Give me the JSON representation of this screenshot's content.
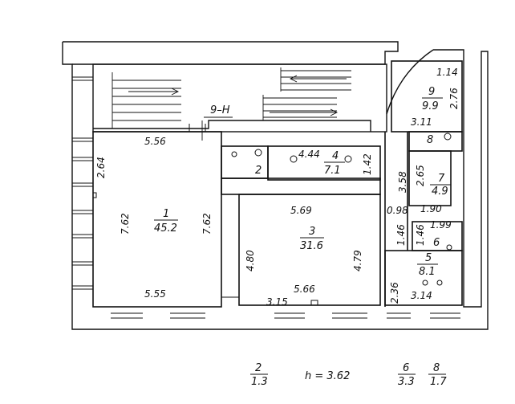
{
  "rooms": [
    {
      "number": "1",
      "area": "45.2"
    },
    {
      "number": "2",
      "area": ""
    },
    {
      "number": "3",
      "area": "31.6"
    },
    {
      "number": "4",
      "area": "7.1"
    },
    {
      "number": "5",
      "area": "8.1"
    },
    {
      "number": "6",
      "area": ""
    },
    {
      "number": "7",
      "area": "4.9"
    },
    {
      "number": "8",
      "area": ""
    },
    {
      "number": "9",
      "area": "9.9"
    }
  ],
  "stair_label": "9–H",
  "dimensions": {
    "r1_top": "5.56",
    "r1_bottom": "5.55",
    "r1_left_wall": "2.64",
    "r1_left": "7.62",
    "r1_right": "7.62",
    "r3_top": "5.69",
    "r3_bottom": "5.66",
    "r3_left": "4.80",
    "r3_right": "4.79",
    "r3_bottom_small": "3.15",
    "r4_width": "4.44",
    "r4_height": "1.42",
    "r9_top": "1.14",
    "r9_side": "2.76",
    "r9_bottom": "3.11",
    "r7_left": "3.58",
    "r7_height": "2.65",
    "r7_width": "1.90",
    "corridor_width": "0.98",
    "r6_width": "1.99",
    "r6_left": "1.46",
    "r6_height": "1.46",
    "r5_width": "3.14",
    "r5_height": "2.36"
  },
  "legend": {
    "room2_num": "2",
    "room2_area": "1.3",
    "height": "h = 3.62",
    "room6_num": "6",
    "room6_area": "3.3",
    "room8_num": "8",
    "room8_area": "1.7"
  }
}
